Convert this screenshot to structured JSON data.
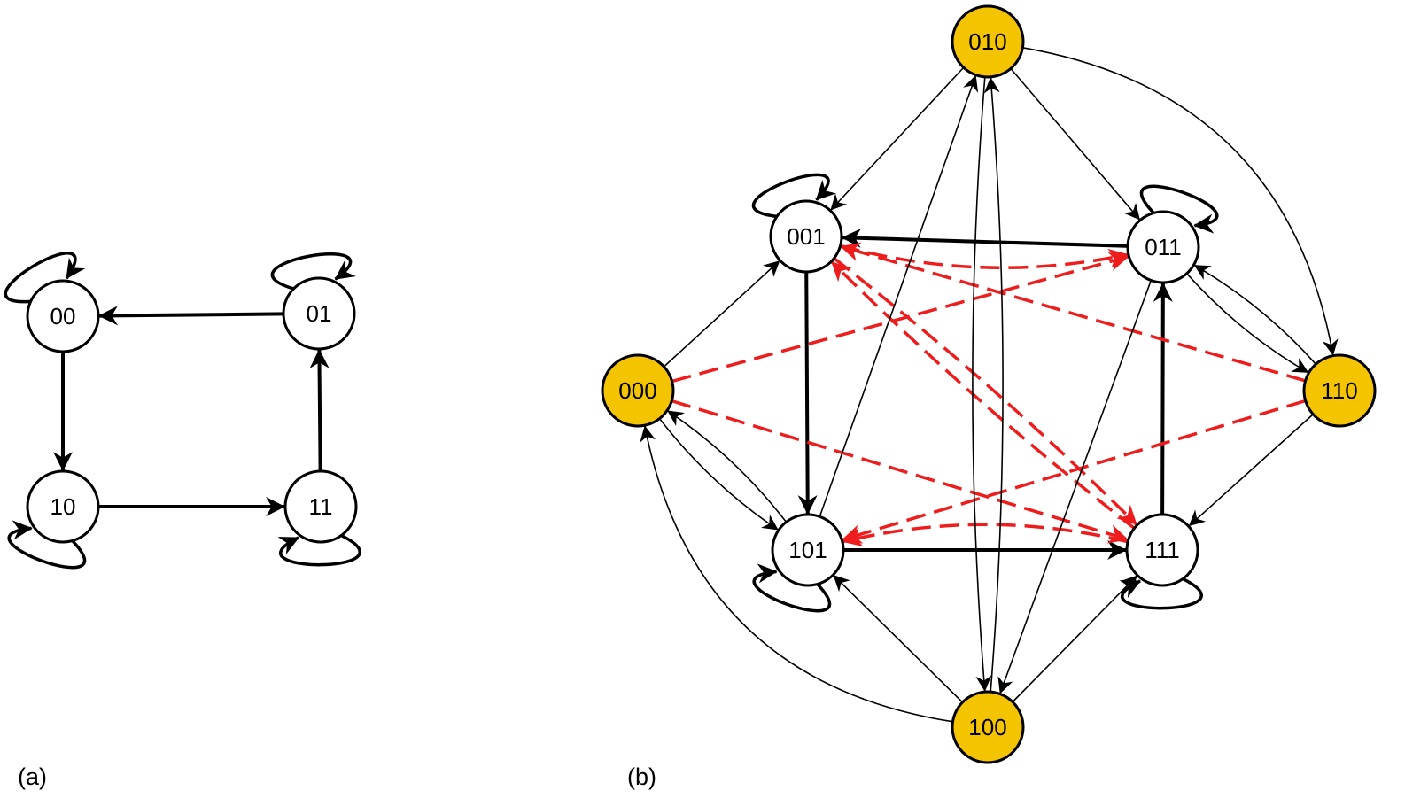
{
  "panels": {
    "a": {
      "label": "(a)",
      "nodes": [
        {
          "id": "00",
          "label": "00",
          "fill": "#ffffff"
        },
        {
          "id": "01",
          "label": "01",
          "fill": "#ffffff"
        },
        {
          "id": "10",
          "label": "10",
          "fill": "#ffffff"
        },
        {
          "id": "11",
          "label": "11",
          "fill": "#ffffff"
        }
      ],
      "edges": [
        {
          "from": "01",
          "to": "00",
          "style": "thick"
        },
        {
          "from": "00",
          "to": "10",
          "style": "thick"
        },
        {
          "from": "10",
          "to": "11",
          "style": "thick"
        },
        {
          "from": "11",
          "to": "01",
          "style": "thick"
        }
      ],
      "self_loops": [
        "00",
        "01",
        "10",
        "11"
      ]
    },
    "b": {
      "label": "(b)",
      "nodes": [
        {
          "id": "010",
          "label": "010",
          "fill": "#f5c400"
        },
        {
          "id": "001",
          "label": "001",
          "fill": "#ffffff"
        },
        {
          "id": "011",
          "label": "011",
          "fill": "#ffffff"
        },
        {
          "id": "000",
          "label": "000",
          "fill": "#f5c400"
        },
        {
          "id": "110",
          "label": "110",
          "fill": "#f5c400"
        },
        {
          "id": "101",
          "label": "101",
          "fill": "#ffffff"
        },
        {
          "id": "111",
          "label": "111",
          "fill": "#ffffff"
        },
        {
          "id": "100",
          "label": "100",
          "fill": "#f5c400"
        }
      ],
      "edges": [
        {
          "from": "011",
          "to": "001",
          "style": "thick"
        },
        {
          "from": "001",
          "to": "101",
          "style": "thick"
        },
        {
          "from": "101",
          "to": "111",
          "style": "thick"
        },
        {
          "from": "111",
          "to": "011",
          "style": "thick"
        },
        {
          "from": "001",
          "to": "011",
          "style": "red-dashed"
        },
        {
          "from": "111",
          "to": "101",
          "style": "red-dashed"
        },
        {
          "from": "000",
          "to": "011",
          "style": "red-dashed"
        },
        {
          "from": "000",
          "to": "111",
          "style": "red-dashed"
        },
        {
          "from": "110",
          "to": "001",
          "style": "red-dashed"
        },
        {
          "from": "110",
          "to": "101",
          "style": "red-dashed"
        },
        {
          "from": "001",
          "to": "111",
          "style": "red-dashed"
        },
        {
          "from": "111",
          "to": "001",
          "style": "red-dashed"
        },
        {
          "from": "010",
          "to": "001",
          "style": "thin"
        },
        {
          "from": "010",
          "to": "011",
          "style": "thin"
        },
        {
          "from": "010",
          "to": "110",
          "style": "thin"
        },
        {
          "from": "010",
          "to": "100",
          "style": "thin"
        },
        {
          "from": "000",
          "to": "001",
          "style": "thin"
        },
        {
          "from": "000",
          "to": "101",
          "style": "thin"
        },
        {
          "from": "101",
          "to": "000",
          "style": "thin"
        },
        {
          "from": "100",
          "to": "000",
          "style": "thin"
        },
        {
          "from": "100",
          "to": "010",
          "style": "thin"
        },
        {
          "from": "100",
          "to": "101",
          "style": "thin"
        },
        {
          "from": "100",
          "to": "111",
          "style": "thin"
        },
        {
          "from": "101",
          "to": "010",
          "style": "thin"
        },
        {
          "from": "011",
          "to": "110",
          "style": "thin"
        },
        {
          "from": "110",
          "to": "011",
          "style": "thin"
        },
        {
          "from": "110",
          "to": "111",
          "style": "thin"
        },
        {
          "from": "011",
          "to": "100",
          "style": "thin"
        }
      ],
      "self_loops": [
        "001",
        "011",
        "101",
        "111"
      ]
    }
  },
  "colors": {
    "stroke": "#000000",
    "highlight_node": "#f5c400",
    "red_edge": "#ee1c1c"
  }
}
